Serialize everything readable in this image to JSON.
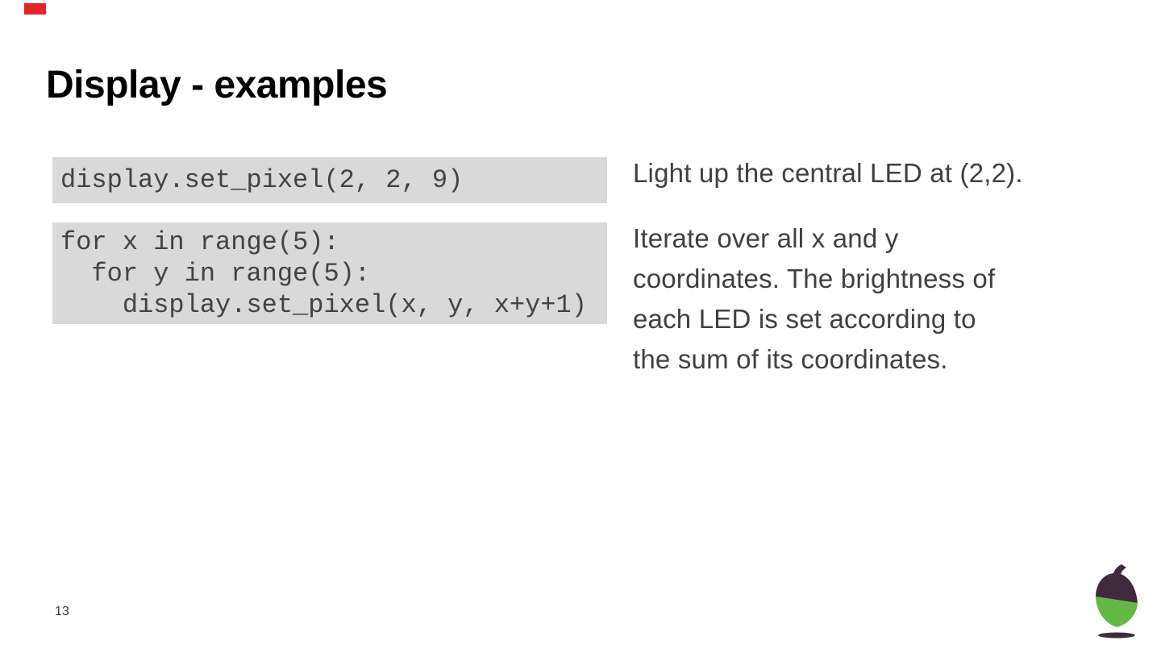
{
  "slide": {
    "title": "Display - examples",
    "page_number": "13"
  },
  "code_blocks": [
    {
      "name": "set-pixel-example",
      "lines": [
        "display.set_pixel(2, 2, 9)"
      ]
    },
    {
      "name": "nested-loop-example",
      "lines": [
        "for x in range(5):",
        "  for y in range(5):",
        "    display.set_pixel(x, y, x+y+1)"
      ]
    }
  ],
  "annotations": [
    {
      "full_text": "Light up the central LED at (2,2).",
      "lines": [
        "Light up the central LED at (2,2)."
      ]
    },
    {
      "full_text": "Iterate over all x and y coordinates. The brightness of each LED is set according to the sum of its coordinates.",
      "lines": [
        "Iterate over all x and y",
        "coordinates. The brightness of",
        "each LED is set according to",
        "the sum of its coordinates."
      ]
    }
  ],
  "colors": {
    "code_block_bg": "#d9d9d9",
    "code_text": "#424242",
    "body_text": "#404040",
    "title_text": "#000000",
    "accent_red": "#e8212b",
    "logo_green": "#64b945",
    "logo_cap_plum": "#3f2a3e"
  },
  "logo": {
    "name": "acorn"
  }
}
